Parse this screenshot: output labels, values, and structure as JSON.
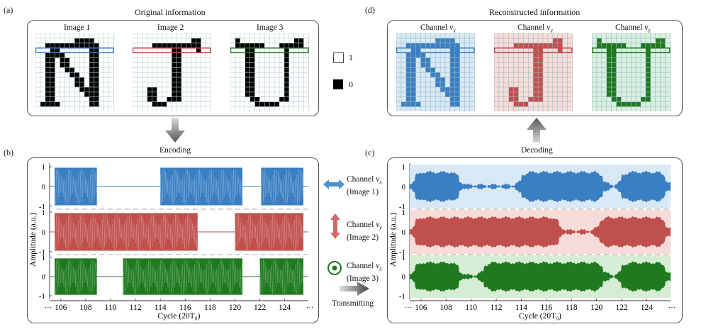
{
  "panels": {
    "a": "(a)",
    "b": "(b)",
    "c": "(c)",
    "d": "(d)"
  },
  "original_title": "Original information",
  "reconstructed_title": "Reconstructed information",
  "encoding": "Encoding",
  "decoding": "Decoding",
  "transmitting": "Transmitting",
  "images": [
    "Image 1",
    "Image 2",
    "Image 3"
  ],
  "channels": [
    {
      "name": "Channel ",
      "sub": "x",
      "paren": "(Image 1)",
      "color": "#3a7fc2"
    },
    {
      "name": "Channel ",
      "sub": "y",
      "paren": "(Image 2)",
      "color": "#c0504d"
    },
    {
      "name": "Channel ",
      "sub": "z",
      "paren": "(Image 3)",
      "color": "#1f7a1f"
    }
  ],
  "legend": {
    "white": "1",
    "black": "0"
  },
  "colors": {
    "blue": "#3a7fc2",
    "red": "#c0504d",
    "green": "#1f7a1f"
  },
  "chart_data": [
    {
      "type": "area",
      "xlabel": "Cycle (20T₀)",
      "ylabel": "Amplitude (a.u.)",
      "xticks": [
        "106",
        "108",
        "110",
        "112",
        "114",
        "116",
        "118",
        "120",
        "122",
        "124"
      ],
      "ellipsis": "···",
      "yticks": [
        "1",
        "0",
        "-1"
      ],
      "ylim": [
        -1,
        1
      ],
      "series": [
        {
          "color": "#3a7fc2",
          "on": [
            [
              105.5,
              108.9
            ],
            [
              114,
              120.6
            ],
            [
              122.1,
              125.5
            ]
          ]
        },
        {
          "color": "#c0504d",
          "on": [
            [
              105.5,
              117
            ],
            [
              120,
              125.5
            ]
          ]
        },
        {
          "color": "#1f7a1f",
          "on": [
            [
              105.5,
              108.9
            ],
            [
              111,
              120.6
            ],
            [
              122,
              125.5
            ]
          ]
        }
      ]
    },
    {
      "type": "area",
      "xlabel": "Cycle (20T₀)",
      "ylabel": "Amplitude (a.u.)",
      "xticks": [
        "106",
        "108",
        "110",
        "112",
        "114",
        "116",
        "118",
        "120",
        "122",
        "124"
      ],
      "ellipsis": "···",
      "yticks": [
        "1",
        "0",
        "-1"
      ],
      "ylim": [
        -1,
        1
      ]
    }
  ]
}
